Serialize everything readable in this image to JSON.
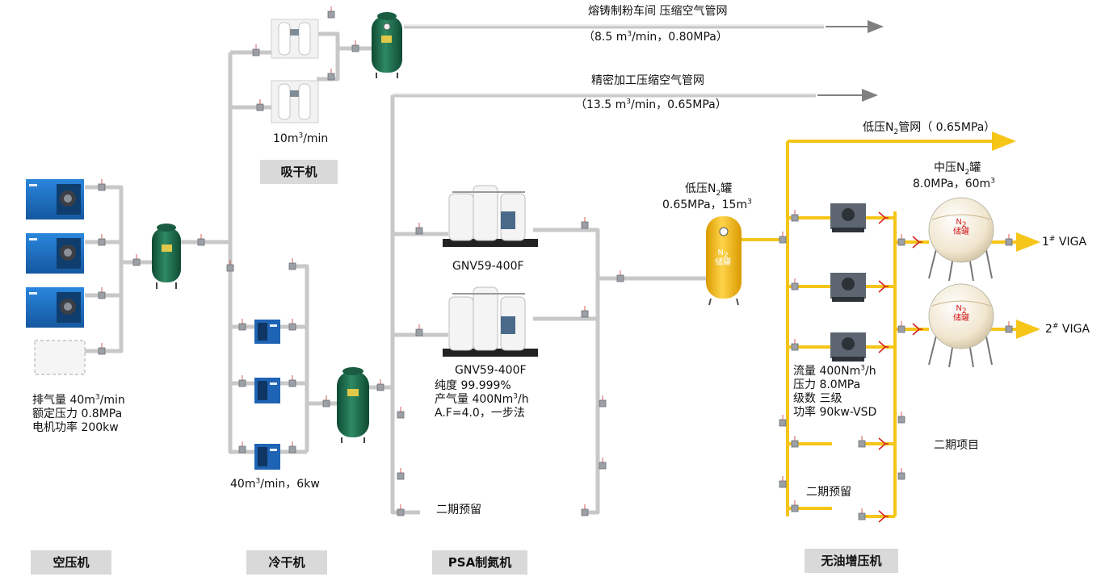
{
  "categories": {
    "air_compressor": "空压机",
    "adsorption_dryer": "吸干机",
    "refrigerated_dryer": "冷干机",
    "psa_generator": "PSA制氮机",
    "booster": "无油增压机"
  },
  "pipelines": {
    "casting_line_title": "熔铸制粉车间 压缩空气管网",
    "casting_line_spec_pre": "（8.5 m",
    "casting_line_spec_post": "/min，0.80MPa）",
    "precision_line_title": "精密加工压缩空气管网",
    "precision_line_spec_pre": "（13.5 m",
    "precision_line_spec_post": "/min，0.65MPa）",
    "lowpress_n2_pre": "低压N",
    "lowpress_n2_post": "管网（ 0.65MPa）"
  },
  "compressor_specs": [
    {
      "pre": "排气量 40m",
      "sup": "3",
      "post": "/min"
    },
    {
      "pre": "额定压力 0.8MPa",
      "sup": "",
      "post": ""
    },
    {
      "pre": "电机功率 200kw",
      "sup": "",
      "post": ""
    }
  ],
  "adsorption_dryer_spec": {
    "pre": "10m",
    "sup": "3",
    "post": "/min"
  },
  "refrigerated_dryer_spec": {
    "pre": "40m",
    "sup": "3",
    "post": "/min，6kw"
  },
  "psa": {
    "model_1": "GNV59-400F",
    "model_2": "GNV59-400F",
    "spec_purity": "纯度 99.999%",
    "spec_output_pre": "产气量 400Nm",
    "spec_output_sup": "3",
    "spec_output_post": "/h",
    "spec_af": "A.F=4.0，一步法",
    "reserve": "二期预留"
  },
  "lp_tank": {
    "title_pre": "低压N",
    "title_post": "罐",
    "spec_pre": "0.65MPa，15m",
    "spec_sup": "3",
    "label_n": "N",
    "label_store": "储罐"
  },
  "mp_tank": {
    "title_pre": "中压N",
    "title_post": "罐",
    "spec_pre": "8.0MPa，60m",
    "spec_sup": "3",
    "label_n": "N",
    "label_store": "储罐"
  },
  "booster_specs": {
    "flow_pre": "流量 400Nm",
    "flow_sup": "3",
    "flow_post": "/h",
    "pressure": "压力 8.0MPa",
    "stages": "级数 三级",
    "power": "功率 90kw-VSD",
    "reserve": "二期预留",
    "phase2": "二期项目"
  },
  "viga": [
    {
      "num": "1",
      "sup": "#",
      "name": " VIGA"
    },
    {
      "num": "2",
      "sup": "#",
      "name": " VIGA"
    }
  ],
  "colors": {
    "pipe": "#c8c8c8",
    "n2_pipe": "#f5c518",
    "tank_green": "#1f6b4e",
    "tank_yellow": "#f2b90f",
    "compressor_blue": "#1d6fc2",
    "category_bg": "#d9d9d9",
    "valve_red": "#d42020"
  }
}
